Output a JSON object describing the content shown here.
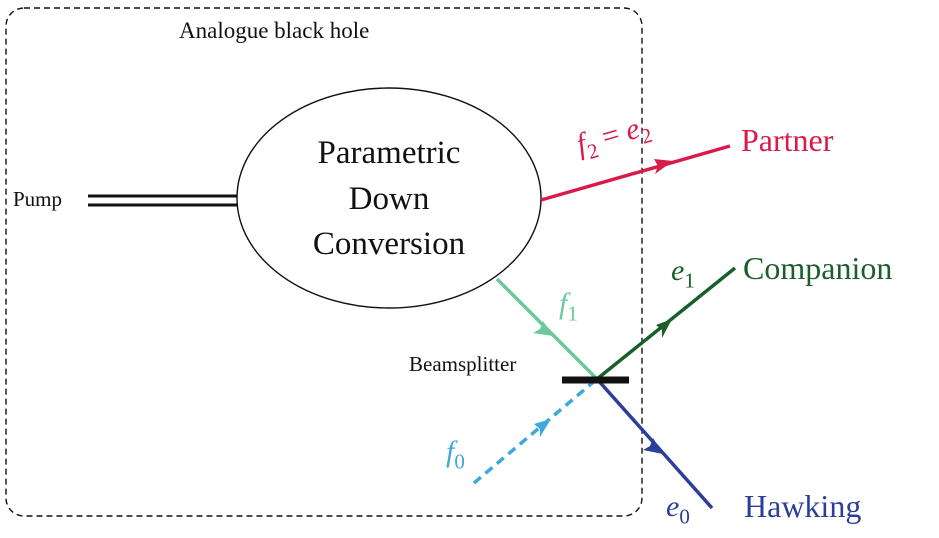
{
  "labels": {
    "box_title": "Analogue black hole",
    "pump": "Pump",
    "pdc_line1": "Parametric",
    "pdc_line2": "Down",
    "pdc_line3": "Conversion",
    "beamsplitter": "Beamsplitter",
    "partner": "Partner",
    "companion": "Companion",
    "hawking": "Hawking"
  },
  "modes": {
    "f2_sym": "f",
    "f2_sub": "2",
    "f2_eq": " = ",
    "e2_sym": "e",
    "e2_sub": "2",
    "f1_sym": "f",
    "f1_sub": "1",
    "e1_sym": "e",
    "e1_sub": "1",
    "f0_sym": "f",
    "f0_sub": "0",
    "e0_sym": "e",
    "e0_sub": "0"
  },
  "colors": {
    "partner": "#d81b4a",
    "companion_out": "#1a5e2a",
    "f1_in": "#6cc99a",
    "hawking": "#2b3f9a",
    "f0_in": "#3ea8dc",
    "black": "#111111"
  }
}
